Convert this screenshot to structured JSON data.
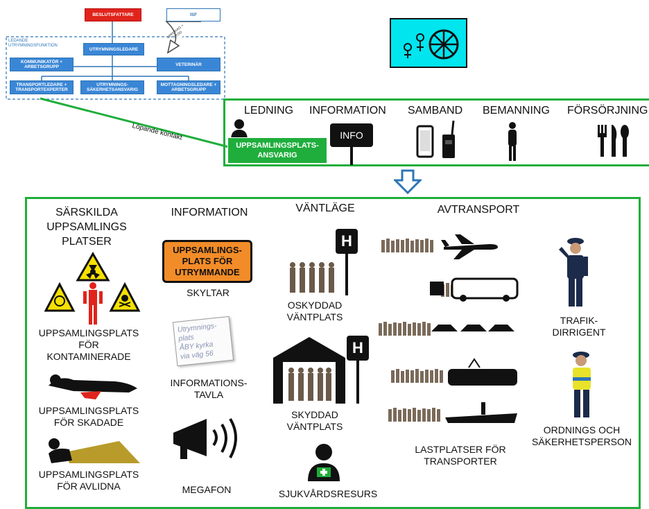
{
  "org": {
    "beslutsfattare": "BESLUTSFATTARE",
    "isf": "ISF",
    "ledande_label": "LEDANDE UTRYMNINGSFUNKTION",
    "utrymningsledare": "UTRYMNINGSLEDARE",
    "kommunikator": "KOMMUNIKATÖR + ARBETSGRUPP",
    "veterinar": "VETERINÄR",
    "transportledare": "TRANSPORTLEDARE + TRANSPORTEXPERTER",
    "sakerhetsansvarig": "UTRYMNINGS-SÄKERHETSANSVARIG",
    "mottagningsledare": "MOTTAGNINGSLEDARE + ARBETSGRUPP",
    "arrow_text": "UPPDRAG + STÖD"
  },
  "contact_label": "Löpande kontakt",
  "top_panel": {
    "headers": [
      "LEDNING",
      "INFORMATION",
      "SAMBAND",
      "BEMANNING",
      "FÖRSÖRJNING"
    ],
    "info_sign": "INFO",
    "responsible": "UPPSAMLINGSPLATS-\nANSVARIG"
  },
  "main_panel": {
    "col1_header": "SÄRSKILDA\nUPPSAMLINGS\nPLATSER",
    "col1_items": [
      "UPPSAMLINGSPLATS\nFÖR\nKONTAMINERADE",
      "UPPSAMLINGSPLATS\nFÖR SKADADE",
      "UPPSAMLINGSPLATS\nFÖR AVLIDNA"
    ],
    "col2_header": "INFORMATION",
    "orange_sign": "UPPSAMLINGS-\nPLATS FÖR\nUTRYMMANDE",
    "skyltar": "SKYLTAR",
    "note_text": "Utrymnings-\nplats\nÅBY kyrka\nvia väg 56",
    "infotavla": "INFORMATIONS-\nTAVLA",
    "megafon": "MEGAFON",
    "col3_header": "VÄNTLÄGE",
    "h_letter": "H",
    "oskyddad": "OSKYDDAD\nVÄNTPLATS",
    "skyddad": "SKYDDAD\nVÄNTPLATS",
    "sjukvard": "SJUKVÅRDSRESURS",
    "col4_header": "AVTRANSPORT",
    "lastplatser": "LASTPLATSER FÖR\nTRANSPORTER",
    "trafik": "TRAFIK-\nDIRRIGENT",
    "ordning": "ORDNINGS OCH\nSÄKERHETSPERSON"
  },
  "colors": {
    "green": "#1fae3c",
    "cyan": "#00e5ee",
    "blue": "#2e75b6",
    "orange": "#f28c28",
    "red": "#e0241c"
  }
}
